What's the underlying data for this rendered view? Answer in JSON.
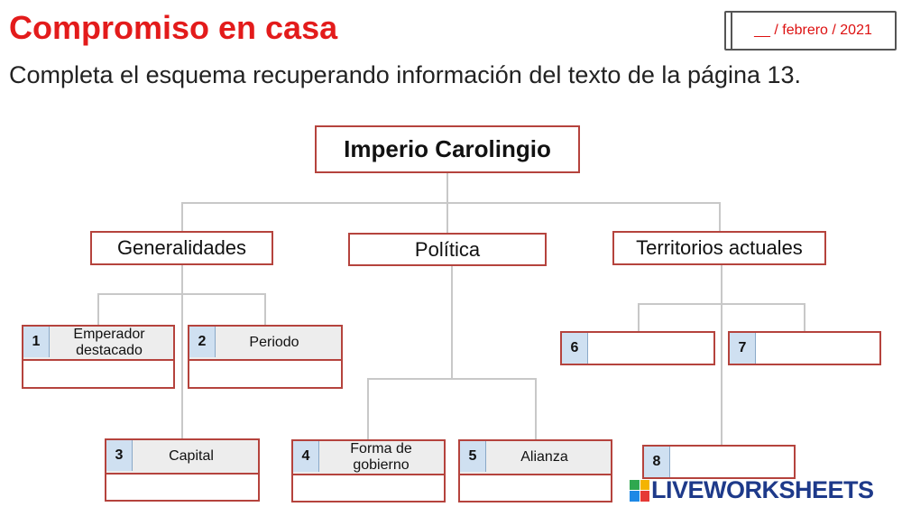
{
  "header": {
    "title": "Compromiso en casa",
    "subtitle": "Completa el esquema recuperando información del texto de la página 13.",
    "date": "__ / febrero / 2021"
  },
  "diagram": {
    "root": "Imperio Carolingio",
    "branches": {
      "generalidades": "Generalidades",
      "politica": "Política",
      "territorios": "Territorios actuales"
    },
    "items": [
      {
        "num": "1",
        "label": "Emperador destacado"
      },
      {
        "num": "2",
        "label": "Periodo"
      },
      {
        "num": "3",
        "label": "Capital"
      },
      {
        "num": "4",
        "label": "Forma de gobierno"
      },
      {
        "num": "5",
        "label": "Alianza"
      },
      {
        "num": "6",
        "label": ""
      },
      {
        "num": "7",
        "label": ""
      },
      {
        "num": "8",
        "label": ""
      }
    ]
  },
  "branding": {
    "logo": "LIVEWORKSHEETS",
    "colors": {
      "primary": "#1e3a8a",
      "title": "#e31b1b",
      "border": "#b5433d"
    }
  }
}
